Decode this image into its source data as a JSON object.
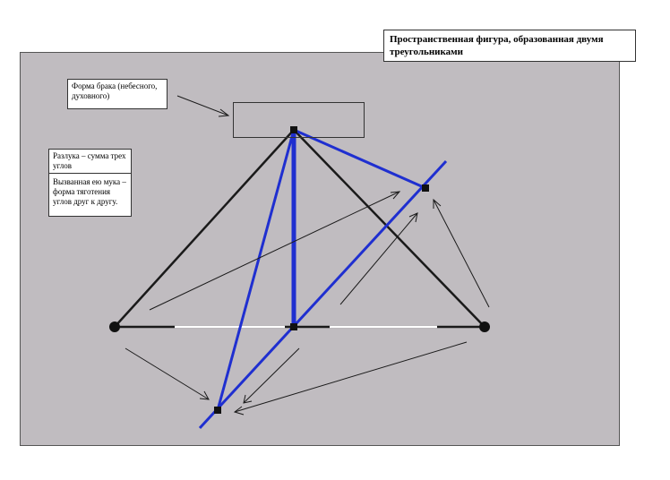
{
  "title": "Пространственная фигура, образованная двумя треугольниками",
  "labels": {
    "form_label": "Форма брака (небесного, духовного)",
    "sum_label": "Разлука – сумма трех углов",
    "torment_label": "Вызванная ею мука – форма тяготения углов друг к другу."
  },
  "colors": {
    "panel": "#c0bcc0",
    "black_lines": "#1a1a1a",
    "blue_lines": "#1f2fd0",
    "white_line": "#ffffff"
  }
}
